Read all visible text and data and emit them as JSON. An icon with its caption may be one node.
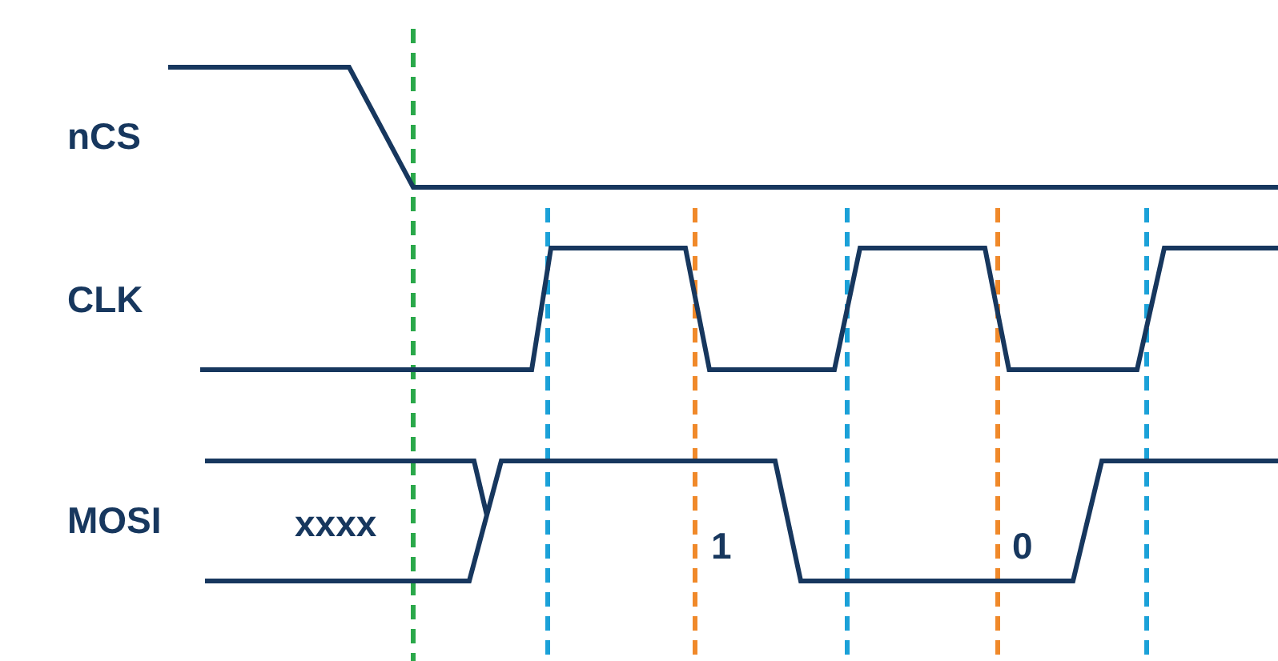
{
  "diagram": {
    "labels": [
      "nCS",
      "CLK",
      "MOSI",
      "xxxx",
      "1",
      "0"
    ]
  }
}
